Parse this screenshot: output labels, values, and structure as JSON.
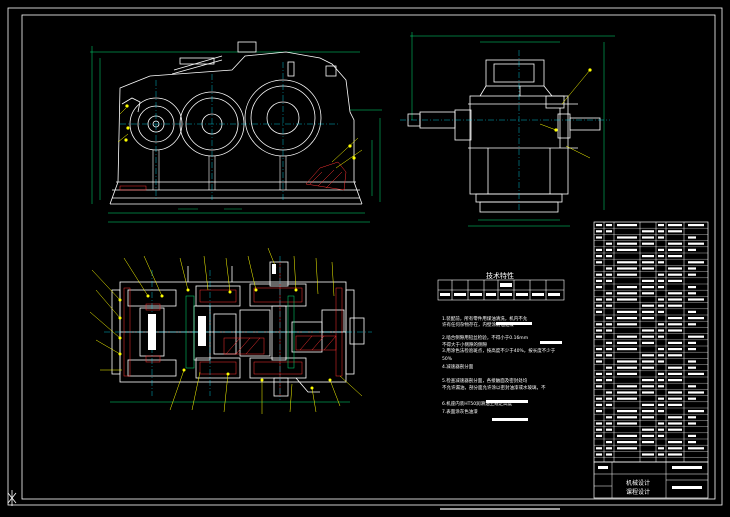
{
  "window": {
    "title": ""
  },
  "drawing": {
    "tech_req": {
      "heading": "技术特性",
      "lines": [
        "1.装配前，所有零件用煤油清洗，机内不允",
        "  许有任何杂物存在，内壁涂耐油油漆",
        "2.啮合侧隙用铅丝检验，不得小于0.16mm",
        "  不得大于小侧隙的侧隙",
        "3.用涂色法检验斑点，按高度不少于40%，按长度不少于",
        "  50%",
        "4.减速器剖分面",
        "5.检查减速器剖分面，各接触面及密封处均",
        "  不允许漏油，剖分面允许涂以密封油漆或水玻璃，不",
        "6.机座内装HT50润滑油至规定高度",
        "7.表面涂灰色油漆"
      ]
    },
    "title_block": {
      "name_line1": "机械设计",
      "name_line2": "课程设计"
    },
    "colors": {
      "background": "#000000",
      "outline": "#ffffff",
      "section": "#ff3333",
      "center": "#00e5ff",
      "dimension": "#00e676",
      "leader": "#ffff00",
      "text": "#ffffff"
    }
  }
}
